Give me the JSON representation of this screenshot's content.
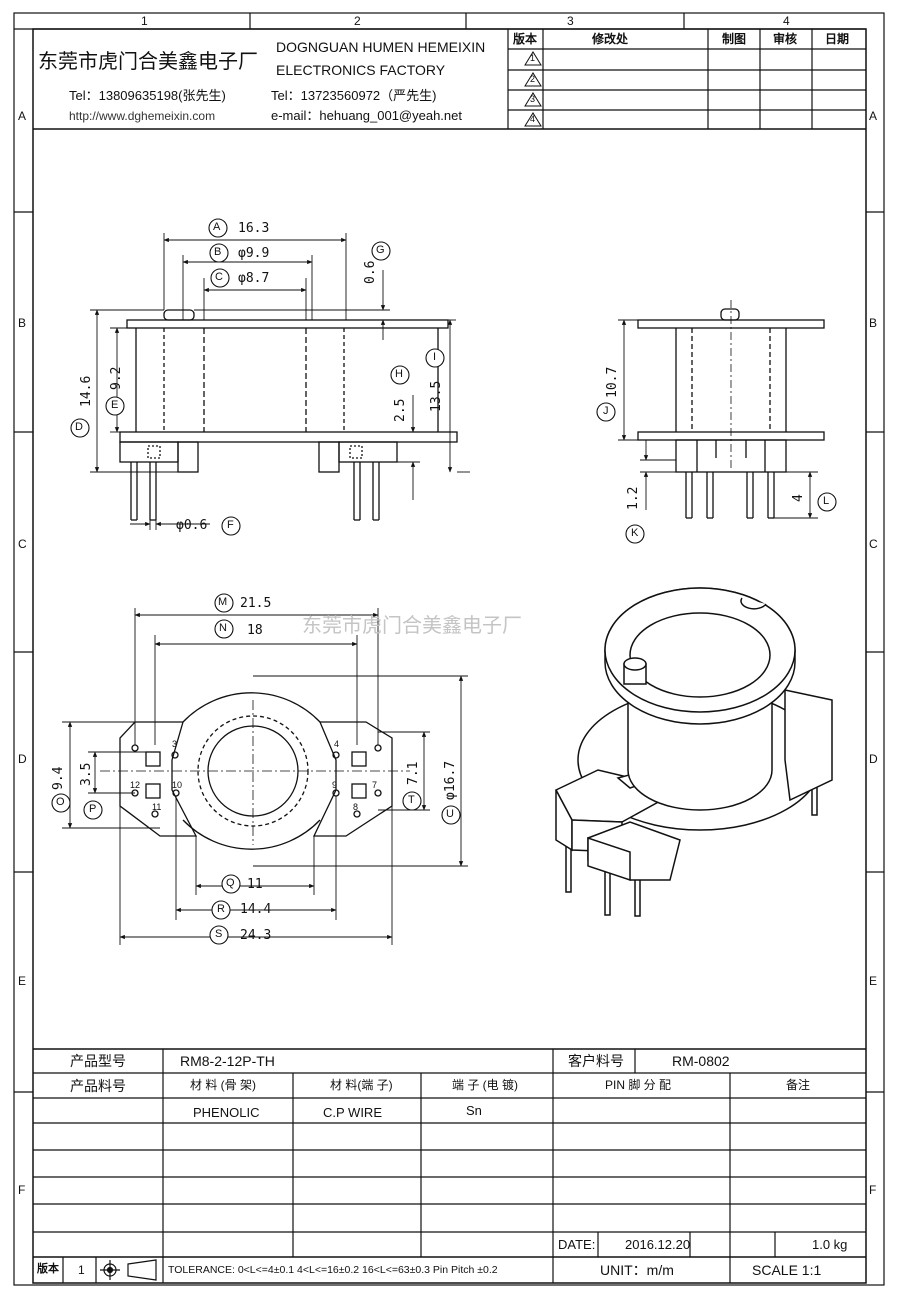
{
  "border": {
    "cols": [
      "1",
      "2",
      "3",
      "4"
    ],
    "rows": [
      "A",
      "B",
      "C",
      "D",
      "E",
      "F"
    ]
  },
  "header": {
    "company_cn": "东莞市虎门合美鑫电子厂",
    "company_en_line1": "DOGNGUAN HUMEN HEMEIXIN",
    "company_en_line2": "ELECTRONICS FACTORY",
    "tel1": "Tel：13809635198(张先生)",
    "tel2": "Tel：13723560972（严先生)",
    "website": "http://www.dghemeixin.com",
    "email": "e-mail：hehuang_001@yeah.net"
  },
  "revision": {
    "col_version": "版本",
    "col_change": "修改处",
    "col_drawn": "制图",
    "col_check": "审核",
    "col_date": "日期",
    "marks": [
      "1",
      "2",
      "3",
      "4"
    ]
  },
  "dims": {
    "A": "16.3",
    "B": "φ9.9",
    "C": "φ8.7",
    "G": "0.6",
    "D": "14.6",
    "E": "9.2",
    "H": "2.5",
    "I": "13.5",
    "F": "φ0.6",
    "J": "10.7",
    "K": "1.2",
    "L": "4",
    "M": "21.5",
    "N": "18",
    "O": "9.4",
    "P": "3.5",
    "T": "7.1",
    "U": "φ16.7",
    "Q": "11",
    "R": "14.4",
    "S": "24.3"
  },
  "pin_numbers": [
    "3",
    "4",
    "12",
    "11",
    "10",
    "9",
    "8",
    "7"
  ],
  "watermark": "东莞市虎门合美鑫电子厂",
  "table": {
    "model_label": "产品型号",
    "model_value": "RM8-2-12P-TH",
    "customer_label": "客户料号",
    "customer_value": "RM-0802",
    "part_label": "产品料号",
    "material_bobbin": "材 料 (骨 架)",
    "material_pin": "材 料(端 子)",
    "terminal_plating": "端 子 (电 镀)",
    "pin_assign": "PIN 脚 分 配",
    "remarks": "备注",
    "bobbin_value": "PHENOLIC",
    "pin_value": "C.P WIRE",
    "plating_value": "Sn",
    "date_label": "DATE:",
    "date_value": "2016.12.20",
    "weight_value": "1.0 kg",
    "unit": "UNIT：m/m",
    "scale": "SCALE   1:1",
    "version_label": "版本",
    "version_value": "1",
    "tolerance": "TOLERANCE:  0<L<=4±0.1  4<L<=16±0.2  16<L<=63±0.3  Pin Pitch  ±0.2"
  }
}
